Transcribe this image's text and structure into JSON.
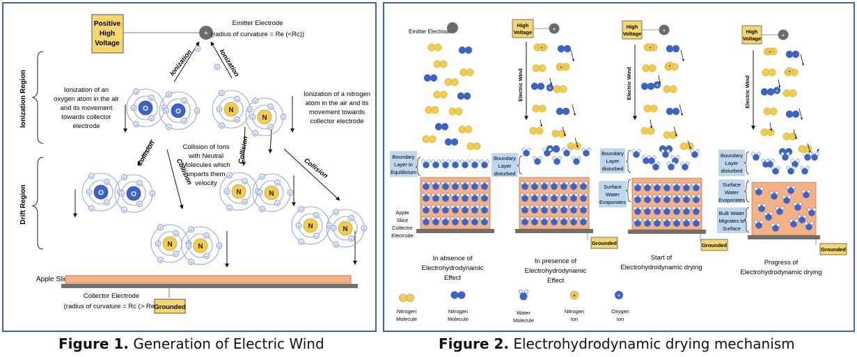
{
  "figure1": {
    "caption_label": "Figure 1.",
    "caption_text": " Generation of Electric Wind",
    "positive_high_voltage": [
      "Positive",
      "High",
      "Voltage"
    ],
    "emitter_title": "Emitter Electrode",
    "emitter_radius": "(radius of curvature = Re (<Rc))",
    "ionization_region": "Ionization Region",
    "drift_region": "Drift Region",
    "ionization_label": "Ionization",
    "collision_label": "Collision",
    "oxygen_text": [
      "Ionization of an",
      "oxygen atom in the air",
      "and its movement",
      "towards collector",
      "electrode"
    ],
    "nitrogen_text": [
      "Ionization of a nitrogen",
      "atom in the air and its",
      "movement towards",
      "collector electrode"
    ],
    "collision_text": [
      "Collision of Ions",
      "with Neutral",
      "Molecules which",
      "imparts them",
      "velocity"
    ],
    "apple_slice": "Apple Slice",
    "collector_title": "Collector Electrode",
    "collector_radius": "(radius of curvature = Rc (> Re))",
    "grounded": "Grounded",
    "atom_o": "O",
    "atom_n": "N",
    "plus": "+",
    "minus": "-"
  },
  "figure2": {
    "caption_label": "Figure 2.",
    "caption_text": " Electrohydrodynamic drying mechanism",
    "emitter_electrode": "Emitter Electrode",
    "high_voltage": [
      "High",
      "Voltage"
    ],
    "electric_wind": "Electric Wind",
    "grounded": "Grounded",
    "panel1_label": [
      "Boundary",
      "Layer in",
      "Equilibrium"
    ],
    "panel2_label": [
      "Boundary",
      "Layer",
      "disturbed"
    ],
    "panel3_labels": [
      [
        "Boundary",
        "Layer",
        "disturbed"
      ],
      [
        "Surface",
        "Water",
        "Evaporates"
      ]
    ],
    "panel4_labels": [
      [
        "Boundary",
        "Layer",
        "disturbed"
      ],
      [
        "Surface",
        "Water",
        "Evaporates"
      ],
      [
        "Bulk Water",
        "Migrates to",
        "Surface"
      ]
    ],
    "apple_slice_electrode": [
      "Apple",
      "Slice",
      "Collector",
      "Electrode"
    ],
    "panel_titles": [
      [
        "In absence of",
        "Electrohydrodynamic",
        "Effect"
      ],
      [
        "In presence of",
        "Electrohydrodynamic",
        "Effect"
      ],
      [
        "Start of",
        "Electrohydrodynamic drying"
      ],
      [
        "Progress of",
        "Electrohydrodynamic drying"
      ]
    ],
    "legend": [
      [
        "Nitrogen",
        "Molecule"
      ],
      [
        "Nitrogen",
        "Molecule"
      ],
      [
        "Water",
        "Molecule"
      ],
      [
        "Nitrogen",
        "Ion"
      ],
      [
        "Oxygen",
        "Ion"
      ]
    ]
  },
  "colors": {
    "frame": "#3a5bd9",
    "voltage_box": "#f5d76e",
    "label_box": "#bdd7ee",
    "apple": "#f4b183",
    "electrode": "#6f6f6f",
    "oxygen": "#3c64c8",
    "nitrogen": "#f2cc4a"
  }
}
